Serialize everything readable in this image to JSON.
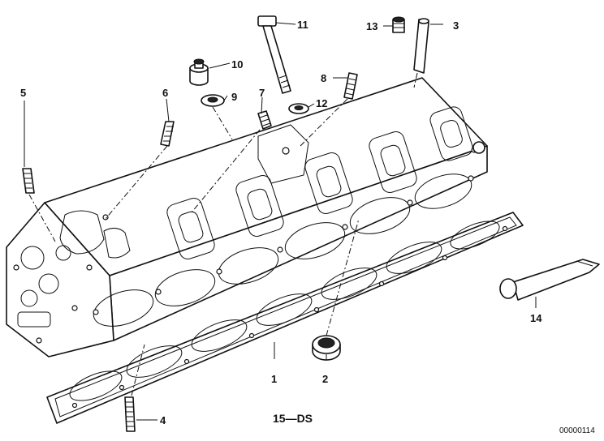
{
  "callouts": {
    "c1": "1",
    "c2": "2",
    "c3": "3",
    "c4": "4",
    "c5": "5",
    "c6": "6",
    "c7": "7",
    "c8": "8",
    "c9": "9",
    "c10": "10",
    "c11": "11",
    "c12": "12",
    "c13": "13",
    "c14": "14"
  },
  "footnote": "15—DS",
  "reference_number": "00000114",
  "line_color": "#111111",
  "background_color": "#ffffff"
}
